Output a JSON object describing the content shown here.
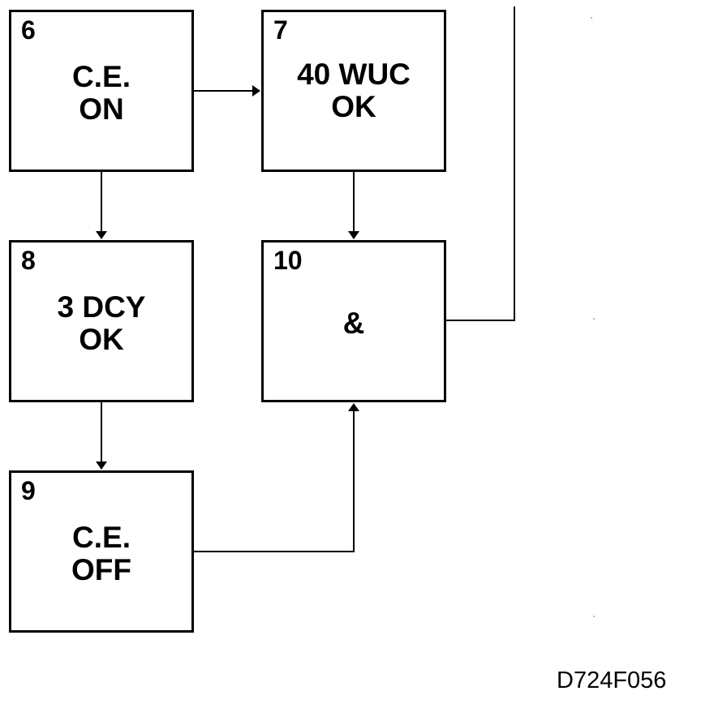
{
  "boxes": {
    "box6": {
      "number": "6",
      "label": "C.E.\nON"
    },
    "box7": {
      "number": "7",
      "label": "40 WUC\nOK"
    },
    "box8": {
      "number": "8",
      "label": "3 DCY\nOK"
    },
    "box10": {
      "number": "10",
      "label": "&"
    },
    "box9": {
      "number": "9",
      "label": "C.E.\nOFF"
    }
  },
  "figure_id": "D724F056",
  "colors": {
    "stroke": "#000000",
    "background": "#ffffff"
  }
}
